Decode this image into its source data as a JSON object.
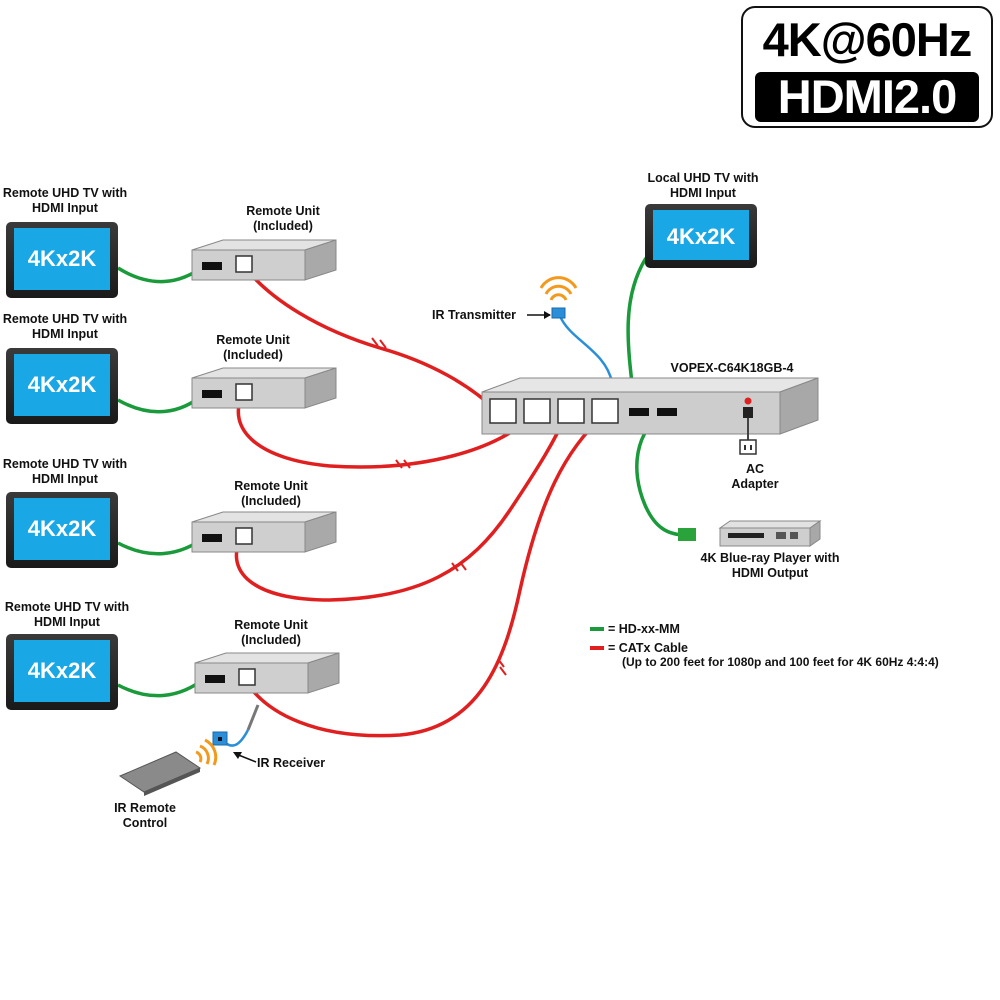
{
  "badge": {
    "line1": "4K@60Hz",
    "line2": "HDMI2.0"
  },
  "tv_screen_text": "4Kx2K",
  "remote_tvs": [
    {
      "line1": "Remote UHD TV with",
      "line2": "HDMI Input"
    },
    {
      "line1": "Remote UHD TV with",
      "line2": "HDMI Input"
    },
    {
      "line1": "Remote UHD TV with",
      "line2": "HDMI Input"
    },
    {
      "line1": "Remote UHD TV with",
      "line2": "HDMI Input"
    }
  ],
  "remote_units": [
    {
      "line1": "Remote Unit",
      "line2": "(Included)"
    },
    {
      "line1": "Remote Unit",
      "line2": "(Included)"
    },
    {
      "line1": "Remote Unit",
      "line2": "(Included)"
    },
    {
      "line1": "Remote Unit",
      "line2": "(Included)"
    }
  ],
  "local_tv": {
    "line1": "Local UHD TV with",
    "line2": "HDMI Input"
  },
  "switch_model": "VOPEX-C64K18GB-4",
  "ir_transmitter": "IR Transmitter",
  "ir_receiver": "IR Receiver",
  "ir_remote": {
    "line1": "IR Remote",
    "line2": "Control"
  },
  "ac_adapter": {
    "line1": "AC",
    "line2": "Adapter"
  },
  "bluray": {
    "line1": "4K Blue-ray Player with",
    "line2": "HDMI Output"
  },
  "legend": {
    "hdmi": "= HD-xx-MM",
    "catx": "= CATx Cable",
    "catx_note": "(Up to 200 feet for 1080p and 100 feet for 4K 60Hz 4:4:4)"
  },
  "colors": {
    "hdmi_cable": "#1a9a3a",
    "catx_cable": "#e02020",
    "ir_cable": "#2a8fd8",
    "tv_screen": "#1aa7e6",
    "device_gray": "#c9c9c9"
  }
}
